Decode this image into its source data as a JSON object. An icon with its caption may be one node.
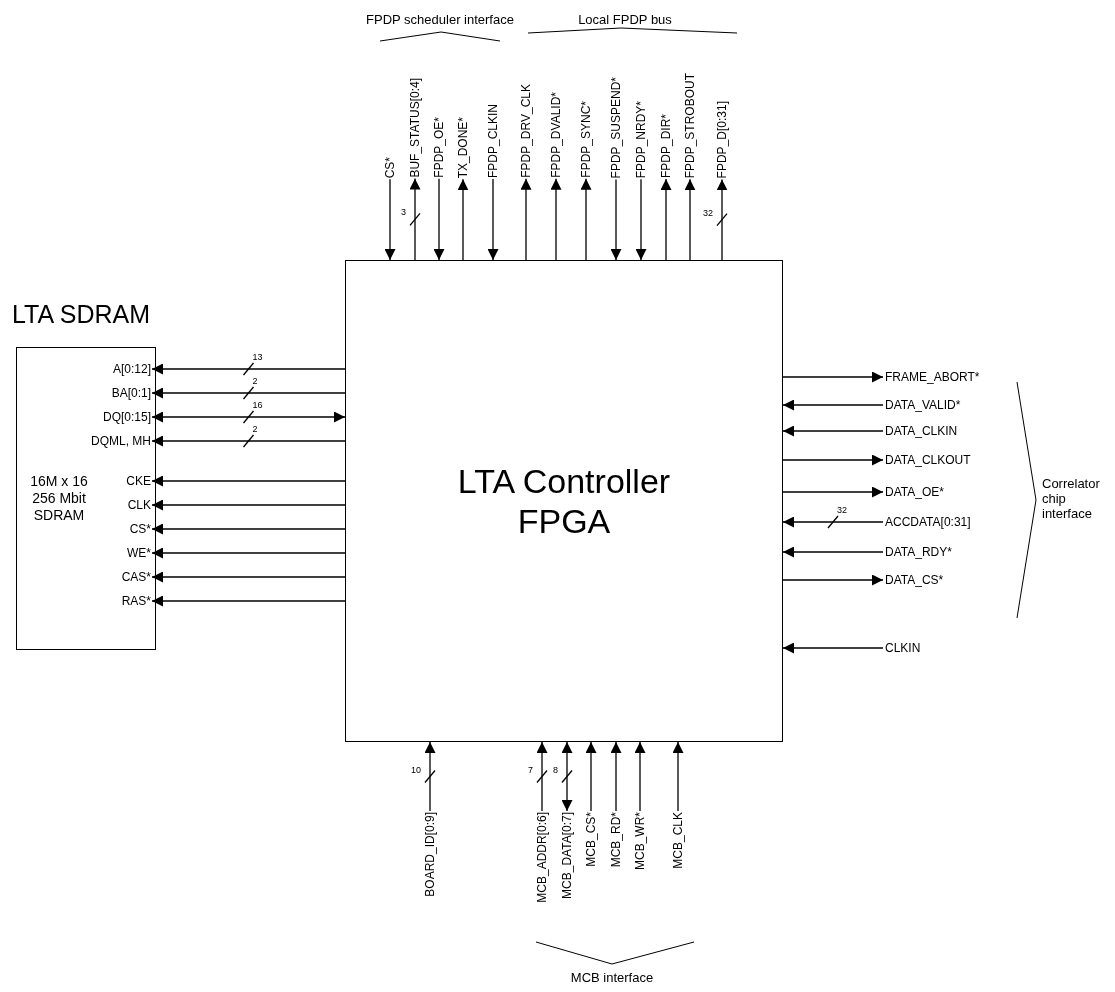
{
  "diagram": {
    "nodes": [
      {
        "text": [
          "LTA SDRAM",
          "16M x 16 256 Mbit SDRAM"
        ]
      },
      {
        "text": [
          "A[0:12]"
        ],
        "in": 0
      },
      {
        "text": [
          "BA[0:1]"
        ],
        "in": 0
      },
      {
        "text": [
          "DQ[0:15]"
        ],
        "in": 0
      },
      {
        "text": [
          "DQML, MH"
        ],
        "in": 0
      },
      {
        "text": [
          "CKE"
        ],
        "in": 0
      },
      {
        "text": [
          "CLK"
        ],
        "in": 0
      },
      {
        "text": [
          "CS*"
        ],
        "in": 0
      },
      {
        "text": [
          "WE*"
        ],
        "in": 0
      },
      {
        "text": [
          "CAS*"
        ],
        "in": 0
      },
      {
        "text": [
          "RAS*"
        ],
        "in": 0
      },
      {
        "text": [
          "LTA Controller FPGA"
        ]
      },
      {
        "text": [
          "CS*"
        ]
      },
      {
        "text": [
          "BUF_STATUS[0:4]"
        ]
      },
      {
        "text": [
          "FPDP_OE*"
        ]
      },
      {
        "text": [
          "TX_DONE*"
        ]
      },
      {
        "text": [
          "FPDP_CLKIN"
        ]
      },
      {
        "text": [
          "FPDP_DRV_CLK"
        ]
      },
      {
        "text": [
          "FPDP_DVALID*"
        ]
      },
      {
        "text": [
          "FPDP_SYNC*"
        ]
      },
      {
        "text": [
          "FPDP_SUSPEND*"
        ]
      },
      {
        "text": [
          "FPDP_NRDY*"
        ]
      },
      {
        "text": [
          "FPDP_DIR*"
        ]
      },
      {
        "text": [
          "FPDP_STROBOUT"
        ]
      },
      {
        "text": [
          "FPDP_D[0:31]"
        ]
      },
      {
        "text": [
          "FRAME_ABORT*"
        ]
      },
      {
        "text": [
          "DATA_VALID*"
        ]
      },
      {
        "text": [
          "DATA_CLKIN"
        ]
      },
      {
        "text": [
          "DATA_CLKOUT"
        ]
      },
      {
        "text": [
          "DATA_OE*"
        ]
      },
      {
        "text": [
          "ACCDATA[0:31]"
        ]
      },
      {
        "text": [
          "DATA_RDY*"
        ]
      },
      {
        "text": [
          "DATA_CS*"
        ]
      },
      {
        "text": [
          "CLKIN"
        ]
      },
      {
        "text": [
          "BOARD_ID[0:9]"
        ]
      },
      {
        "text": [
          "MCB_ADDR[0:6]"
        ]
      },
      {
        "text": [
          "MCB_DATA[0:7]"
        ]
      },
      {
        "text": [
          "MCB_CS*"
        ]
      },
      {
        "text": [
          "MCB_RD*"
        ]
      },
      {
        "text": [
          "MCB_WR*"
        ]
      },
      {
        "text": [
          "MCB_CLK"
        ]
      }
    ],
    "edges": [
      {
        "from": 11,
        "to": 1,
        "arrow": "to",
        "label": "13"
      },
      {
        "from": 11,
        "to": 2,
        "arrow": "to",
        "label": "2"
      },
      {
        "from": 11,
        "to": 3,
        "arrow": "both",
        "label": "16"
      },
      {
        "from": 11,
        "to": 4,
        "arrow": "to",
        "label": "2"
      },
      {
        "from": 11,
        "to": 5,
        "arrow": "to"
      },
      {
        "from": 11,
        "to": 6,
        "arrow": "to"
      },
      {
        "from": 11,
        "to": 7,
        "arrow": "to"
      },
      {
        "from": 11,
        "to": 8,
        "arrow": "to"
      },
      {
        "from": 11,
        "to": 9,
        "arrow": "to"
      },
      {
        "from": 11,
        "to": 10,
        "arrow": "to"
      },
      {
        "from": 12,
        "to": 11,
        "arrow": "to"
      },
      {
        "from": 11,
        "to": 13,
        "arrow": "to",
        "label": "3"
      },
      {
        "from": 14,
        "to": 11,
        "arrow": "to"
      },
      {
        "from": 11,
        "to": 15,
        "arrow": "to"
      },
      {
        "from": 16,
        "to": 11,
        "arrow": "to"
      },
      {
        "from": 11,
        "to": 17,
        "arrow": "to"
      },
      {
        "from": 11,
        "to": 18,
        "arrow": "to"
      },
      {
        "from": 11,
        "to": 19,
        "arrow": "to"
      },
      {
        "from": 20,
        "to": 11,
        "arrow": "to"
      },
      {
        "from": 21,
        "to": 11,
        "arrow": "to"
      },
      {
        "from": 11,
        "to": 22,
        "arrow": "to"
      },
      {
        "from": 11,
        "to": 23,
        "arrow": "to"
      },
      {
        "from": 11,
        "to": 24,
        "arrow": "to",
        "label": "32"
      },
      {
        "from": 11,
        "to": 25,
        "arrow": "to"
      },
      {
        "from": 26,
        "to": 11,
        "arrow": "to"
      },
      {
        "from": 27,
        "to": 11,
        "arrow": "to"
      },
      {
        "from": 11,
        "to": 28,
        "arrow": "to"
      },
      {
        "from": 11,
        "to": 29,
        "arrow": "to"
      },
      {
        "from": 30,
        "to": 11,
        "arrow": "to",
        "label": "32"
      },
      {
        "from": 31,
        "to": 11,
        "arrow": "to"
      },
      {
        "from": 11,
        "to": 32,
        "arrow": "to"
      },
      {
        "from": 33,
        "to": 11,
        "arrow": "to"
      },
      {
        "from": 34,
        "to": 11,
        "arrow": "to",
        "label": "10"
      },
      {
        "from": 35,
        "to": 11,
        "arrow": "to",
        "label": "7"
      },
      {
        "from": 36,
        "to": 11,
        "arrow": "both",
        "label": "8"
      },
      {
        "from": 37,
        "to": 11,
        "arrow": "to"
      },
      {
        "from": 38,
        "to": 11,
        "arrow": "to"
      },
      {
        "from": 39,
        "to": 11,
        "arrow": "to"
      },
      {
        "from": 40,
        "to": 11,
        "arrow": "to"
      }
    ],
    "labels": [
      "FPDP scheduler interface",
      "Local FPDP bus",
      "Correlator chip interface",
      "MCB interface"
    ]
  }
}
